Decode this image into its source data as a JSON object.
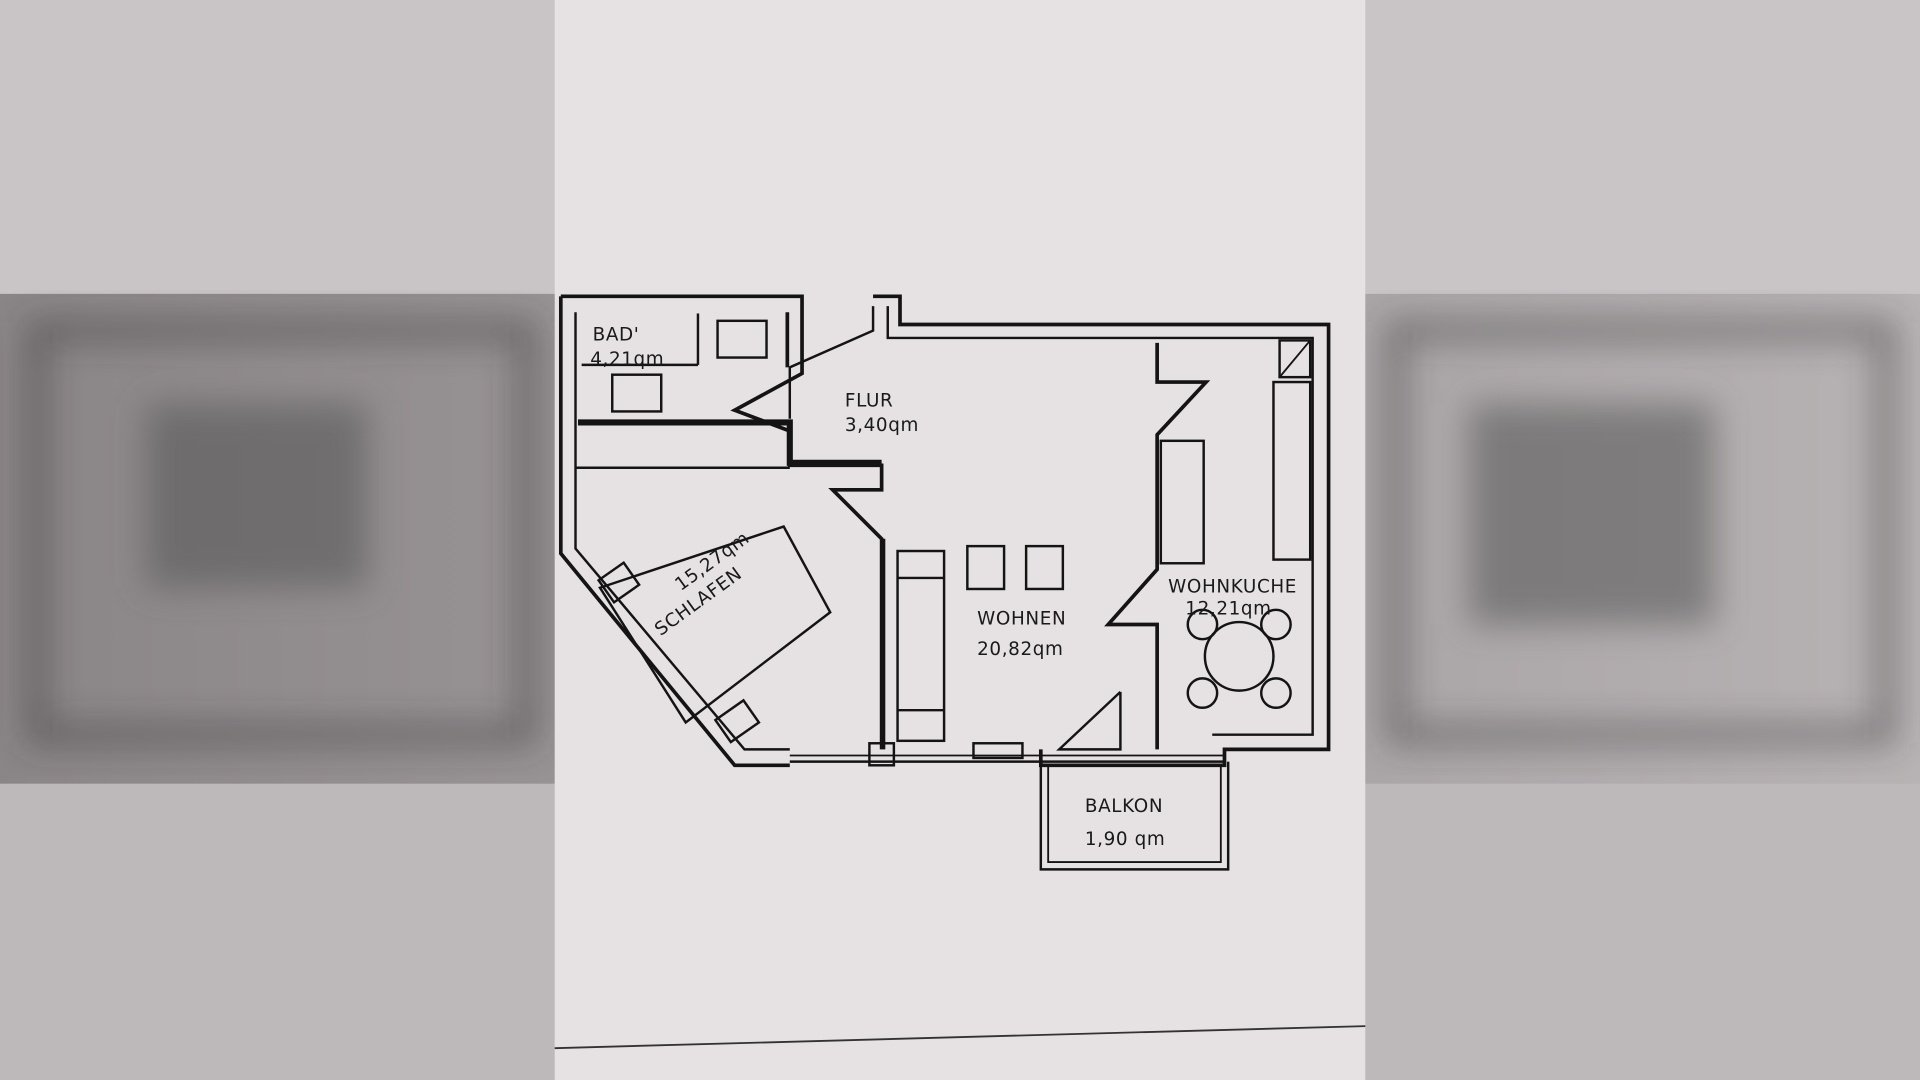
{
  "plan": {
    "rooms": [
      {
        "name": "BAD'",
        "area": "4,21qm"
      },
      {
        "name": "FLUR",
        "area": "3,40qm"
      },
      {
        "name": "SCHLAFEN",
        "area": "15,27qm"
      },
      {
        "name": "WOHNEN",
        "area": "20,82qm"
      },
      {
        "name": "WOHNKUCHE",
        "area": "12,21qm"
      },
      {
        "name": "BALKON",
        "area": "1,90 qm"
      }
    ]
  },
  "colors": {
    "paper": "#e6e1e2",
    "ink": "#141414",
    "background": "#8e8a8c"
  }
}
